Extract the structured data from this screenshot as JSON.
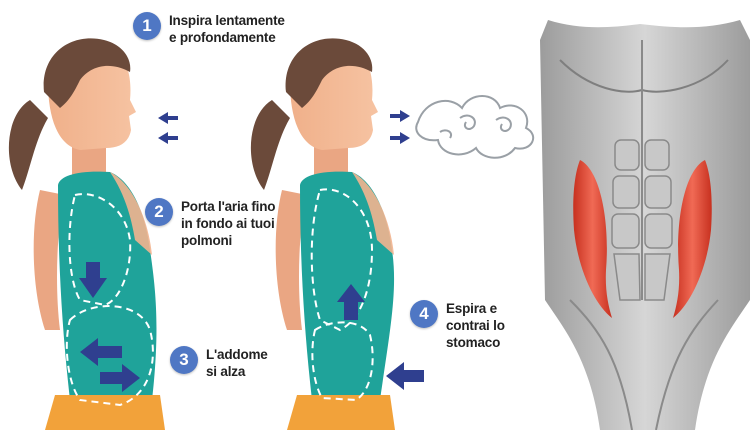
{
  "steps": [
    {
      "number": "1",
      "lines": [
        "Inspira lentamente",
        "e profondamente"
      ]
    },
    {
      "number": "2",
      "lines": [
        "Porta l'aria fino",
        "in fondo ai tuoi",
        "polmoni"
      ]
    },
    {
      "number": "3",
      "lines": [
        "L'addome",
        "si alza"
      ]
    },
    {
      "number": "4",
      "lines": [
        "Espira e",
        "contrai lo",
        "stomaco"
      ]
    }
  ],
  "colors": {
    "badge": "#4f77c4",
    "arrow": "#2f3f8f",
    "hair": "#6b4a3a",
    "skin": "#f2b48f",
    "top": "#1fa39a",
    "shorts": "#f2a23a",
    "muscle_gray": "#b9b9b9",
    "oblique_red": "#e2442f"
  },
  "icons": [
    "inhale-arrows-icon",
    "exhale-arrows-icon",
    "breath-cloud-icon",
    "down-arrow-icon",
    "horizontal-arrows-icon",
    "up-arrow-icon",
    "push-arrow-icon"
  ]
}
